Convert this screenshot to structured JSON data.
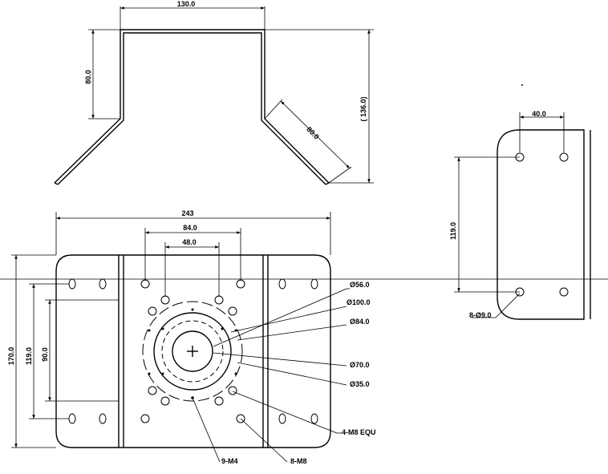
{
  "top_view": {
    "width_dim": "130.0",
    "height_dim": "80.0",
    "total_height_dim": "( 136.0)",
    "slant_dim": "80.0"
  },
  "side_view": {
    "width_dim": "40.0",
    "height_dim": "119.0",
    "hole_callout": "8-Ø9.0"
  },
  "plan_view": {
    "overall_width": "243",
    "bolt_span_outer": "84.0",
    "bolt_span_inner": "48.0",
    "overall_height": "170.0",
    "vert_119": "119.0",
    "vert_90": "90.0"
  },
  "callouts": {
    "d56": "Ø56.0",
    "d100": "Ø100.0",
    "d84": "Ø84.0",
    "d70": "Ø70.0",
    "d35": "Ø35.0",
    "m8equ": "4-M8 EQU",
    "m4": "9-M4",
    "m8": "8-M8"
  }
}
